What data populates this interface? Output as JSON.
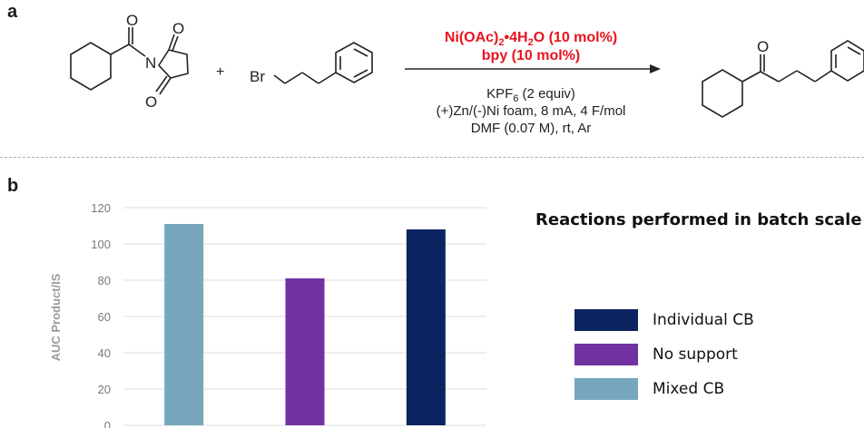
{
  "panels": {
    "a": "a",
    "b": "b"
  },
  "scheme": {
    "plus": "+",
    "br_label": "Br",
    "o_label": "O",
    "n_label": "N",
    "catalyst_prefix": "Ni(OAc)",
    "catalyst_sub1": "2",
    "catalyst_mid": "•4H",
    "catalyst_sub2": "2",
    "catalyst_suffix": "O (10 mol%)",
    "ligand": "bpy (10 mol%)",
    "salt_prefix": "KPF",
    "salt_sub": "6",
    "salt_suffix": " (2 equiv)",
    "electrodes": "(+)Zn/(-)Ni foam, 8 mA, 4 F/mol",
    "solvent": "DMF (0.07 M), rt, Ar",
    "colors": {
      "catalyst": "#e8141e"
    }
  },
  "chart_data": {
    "type": "bar",
    "title": "Reactions performed in batch scale",
    "ylabel": "AUC Product/IS",
    "xlabel": "",
    "ylim": [
      0,
      120
    ],
    "yticks": [
      0,
      20,
      40,
      60,
      80,
      100,
      120
    ],
    "grid": true,
    "categories": [
      "Mixed CB",
      "No support",
      "Individual CB"
    ],
    "values": [
      111,
      81,
      108
    ],
    "colors": [
      "#77a7bd",
      "#7231a0",
      "#0c2460"
    ],
    "legend": [
      {
        "label": "Individual CB",
        "color": "#0c2460"
      },
      {
        "label": "No support",
        "color": "#7231a0"
      },
      {
        "label": "Mixed CB",
        "color": "#77a7bd"
      }
    ],
    "legend_position": "right"
  }
}
